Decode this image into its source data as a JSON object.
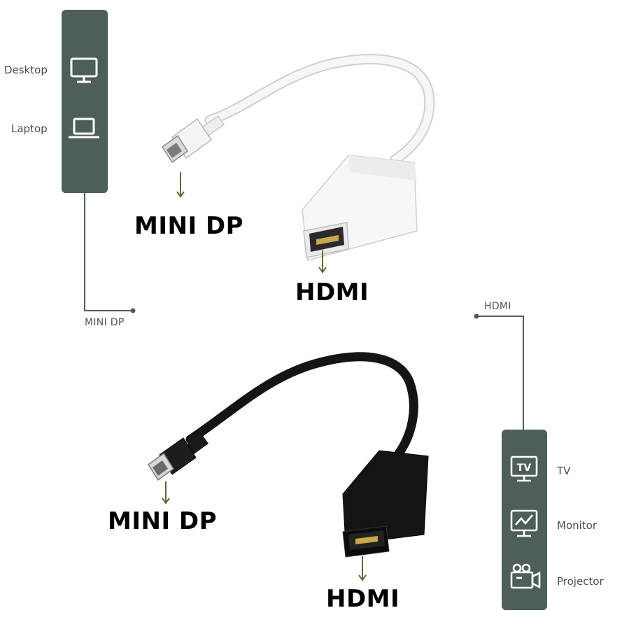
{
  "source_devices": {
    "items": [
      {
        "label": "Desktop",
        "icon": "desktop-monitor-icon"
      },
      {
        "label": "Laptop",
        "icon": "laptop-icon"
      }
    ],
    "connector_label": "MINI DP"
  },
  "target_devices": {
    "connector_label": "HDMI",
    "items": [
      {
        "label": "TV",
        "icon": "tv-icon"
      },
      {
        "label": "Monitor",
        "icon": "monitor-chart-icon"
      },
      {
        "label": "Projector",
        "icon": "projector-icon"
      }
    ]
  },
  "white_adapter": {
    "mini_dp_label": "MINI DP",
    "hdmi_label": "HDMI"
  },
  "black_adapter": {
    "mini_dp_label": "MINI DP",
    "hdmi_label": "HDMI"
  },
  "colors": {
    "panel": "#4e5f59",
    "arrow": "#5a6e35",
    "line": "#4e5f59"
  }
}
